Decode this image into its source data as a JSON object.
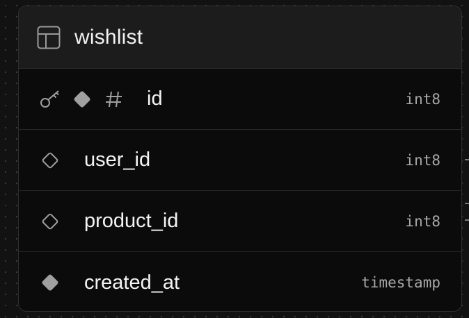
{
  "table": {
    "name": "wishlist",
    "icon": "table-icon",
    "columns": [
      {
        "name": "id",
        "type": "int8",
        "icons": [
          "key-icon",
          "filled-diamond-icon",
          "hash-icon"
        ],
        "primary_key": true,
        "nullable": false,
        "identity": true
      },
      {
        "name": "user_id",
        "type": "int8",
        "icons": [
          "outline-diamond-icon"
        ],
        "primary_key": false,
        "nullable": true
      },
      {
        "name": "product_id",
        "type": "int8",
        "icons": [
          "outline-diamond-icon"
        ],
        "primary_key": false,
        "nullable": true
      },
      {
        "name": "created_at",
        "type": "timestamp",
        "icons": [
          "filled-diamond-icon"
        ],
        "primary_key": false,
        "nullable": false
      }
    ]
  },
  "colors": {
    "canvas": "#121212",
    "card": "#0b0b0b",
    "header": "#1c1c1c",
    "text": "#f4f4f4",
    "type_text": "#a8a8a8",
    "icon": "#a0a0a0"
  }
}
